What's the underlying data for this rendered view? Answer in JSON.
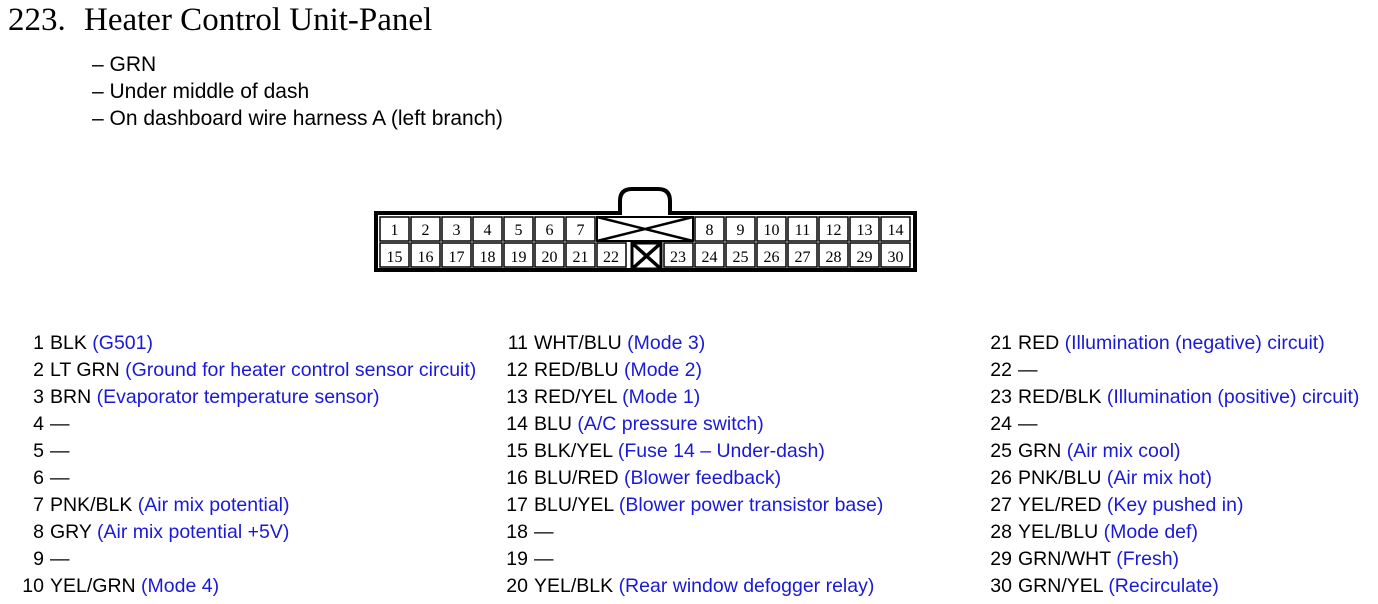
{
  "header": {
    "number": "223.",
    "title": "Heater Control Unit-Panel",
    "notes": [
      "– GRN",
      "– Under middle of dash",
      "– On dashboard wire harness A (left branch)"
    ]
  },
  "connector": {
    "top_row": [
      "1",
      "2",
      "3",
      "4",
      "5",
      "6",
      "7",
      "",
      "",
      "8",
      "9",
      "10",
      "11",
      "12",
      "13",
      "14"
    ],
    "bottom_row": [
      "15",
      "16",
      "17",
      "18",
      "19",
      "20",
      "21",
      "22",
      "",
      "23",
      "24",
      "25",
      "26",
      "27",
      "28",
      "29",
      "30"
    ]
  },
  "pins": [
    {
      "num": "1",
      "wire": "BLK",
      "desc": "(G501)"
    },
    {
      "num": "2",
      "wire": "LT GRN",
      "desc": "(Ground for heater control sensor circuit)"
    },
    {
      "num": "3",
      "wire": "BRN",
      "desc": "(Evaporator temperature sensor)"
    },
    {
      "num": "4",
      "wire": "—",
      "desc": ""
    },
    {
      "num": "5",
      "wire": "—",
      "desc": ""
    },
    {
      "num": "6",
      "wire": "—",
      "desc": ""
    },
    {
      "num": "7",
      "wire": "PNK/BLK",
      "desc": "(Air mix potential)"
    },
    {
      "num": "8",
      "wire": "GRY",
      "desc": "(Air mix potential +5V)"
    },
    {
      "num": "9",
      "wire": "—",
      "desc": ""
    },
    {
      "num": "10",
      "wire": "YEL/GRN",
      "desc": "(Mode 4)"
    },
    {
      "num": "11",
      "wire": "WHT/BLU",
      "desc": "(Mode 3)"
    },
    {
      "num": "12",
      "wire": "RED/BLU",
      "desc": "(Mode 2)"
    },
    {
      "num": "13",
      "wire": "RED/YEL",
      "desc": "(Mode 1)"
    },
    {
      "num": "14",
      "wire": "BLU",
      "desc": "(A/C pressure switch)"
    },
    {
      "num": "15",
      "wire": "BLK/YEL",
      "desc": "(Fuse 14 – Under-dash)"
    },
    {
      "num": "16",
      "wire": "BLU/RED",
      "desc": "(Blower feedback)"
    },
    {
      "num": "17",
      "wire": "BLU/YEL",
      "desc": "(Blower power transistor base)"
    },
    {
      "num": "18",
      "wire": "—",
      "desc": ""
    },
    {
      "num": "19",
      "wire": "—",
      "desc": ""
    },
    {
      "num": "20",
      "wire": "YEL/BLK",
      "desc": "(Rear window defogger relay)"
    },
    {
      "num": "21",
      "wire": "RED",
      "desc": "(Illumination (negative) circuit)"
    },
    {
      "num": "22",
      "wire": "—",
      "desc": ""
    },
    {
      "num": "23",
      "wire": "RED/BLK",
      "desc": "(Illumination (positive) circuit)"
    },
    {
      "num": "24",
      "wire": "—",
      "desc": ""
    },
    {
      "num": "25",
      "wire": "GRN",
      "desc": "(Air mix cool)"
    },
    {
      "num": "26",
      "wire": "PNK/BLU",
      "desc": "(Air mix hot)"
    },
    {
      "num": "27",
      "wire": "YEL/RED",
      "desc": "(Key pushed in)"
    },
    {
      "num": "28",
      "wire": "YEL/BLU",
      "desc": "(Mode def)"
    },
    {
      "num": "29",
      "wire": "GRN/WHT",
      "desc": "(Fresh)"
    },
    {
      "num": "30",
      "wire": "GRN/YEL",
      "desc": "(Recirculate)"
    }
  ],
  "colors": {
    "text": "#000000",
    "description": "#1a1ad6"
  }
}
